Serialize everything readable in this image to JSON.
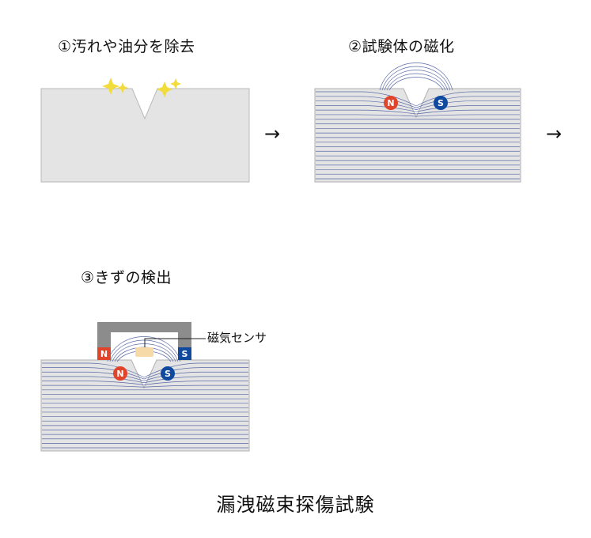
{
  "steps": [
    {
      "label": "①汚れや油分を除去"
    },
    {
      "label": "②試験体の磁化"
    },
    {
      "label": "③きずの検出"
    }
  ],
  "magnet": {
    "north": "N",
    "south": "S"
  },
  "sensor_label": "磁気センサ",
  "title": "漏洩磁束探傷試験",
  "colors": {
    "specimen_fill": "#e4e4e4",
    "specimen_edge": "#b0b0b0",
    "flux_line": "#5a6aa8",
    "north": "#e0452b",
    "south": "#0f4a9e",
    "yoke": "#8c8c8c",
    "sparkle": "#f2dc3a",
    "sensor": "#f6dba8"
  },
  "icons": [
    "sparkle-icon",
    "arrow-right-icon"
  ]
}
